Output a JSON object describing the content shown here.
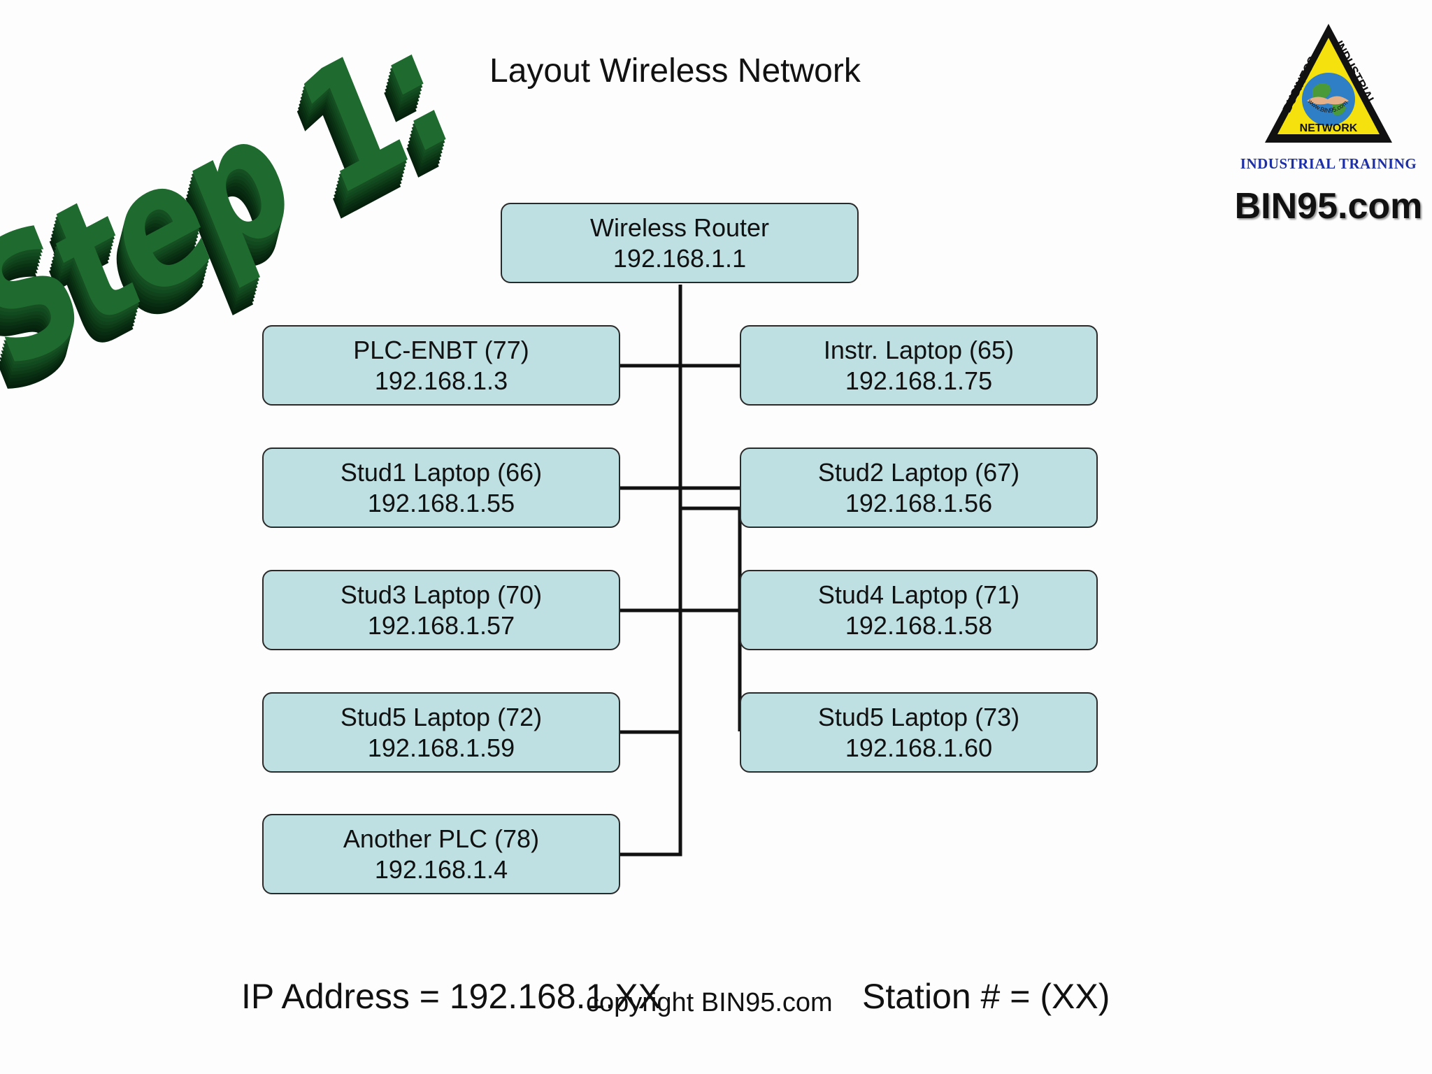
{
  "slide": {
    "title": "Layout Wireless Network",
    "step_label": "Step 1:"
  },
  "logo": {
    "ring_top": "BUSINESS",
    "ring_right": "INDUSTRIAL",
    "ring_bottom": "NETWORK",
    "inner_url": "www.BIN95.com",
    "tagline": "INDUSTRIAL TRAINING",
    "brand": "BIN95.com",
    "colors": {
      "triangle": "#f5e10e",
      "globe": "#2f7fc6",
      "tagline": "#1c2fa6"
    }
  },
  "nodes": {
    "router": {
      "name": "Wireless Router",
      "ip": "192.168.1.1"
    },
    "plc_enbt": {
      "name": "PLC-ENBT (77)",
      "ip": "192.168.1.3"
    },
    "instr_laptop": {
      "name": "Instr. Laptop (65)",
      "ip": "192.168.1.75"
    },
    "stud1": {
      "name": "Stud1 Laptop (66)",
      "ip": "192.168.1.55"
    },
    "stud2": {
      "name": "Stud2 Laptop (67)",
      "ip": "192.168.1.56"
    },
    "stud3": {
      "name": "Stud3 Laptop (70)",
      "ip": "192.168.1.57"
    },
    "stud4": {
      "name": "Stud4 Laptop (71)",
      "ip": "192.168.1.58"
    },
    "stud5_72": {
      "name": "Stud5 Laptop (72)",
      "ip": "192.168.1.59"
    },
    "stud5_73": {
      "name": "Stud5 Laptop (73)",
      "ip": "192.168.1.60"
    },
    "another_plc": {
      "name": "Another PLC (78)",
      "ip": "192.168.1.4"
    }
  },
  "node_color": "#bee0e2",
  "footer": {
    "ip_formula": "IP Address = 192.168.1.XX",
    "copyright": "copyright BIN95.com",
    "station_formula": "Station # = (XX)"
  }
}
